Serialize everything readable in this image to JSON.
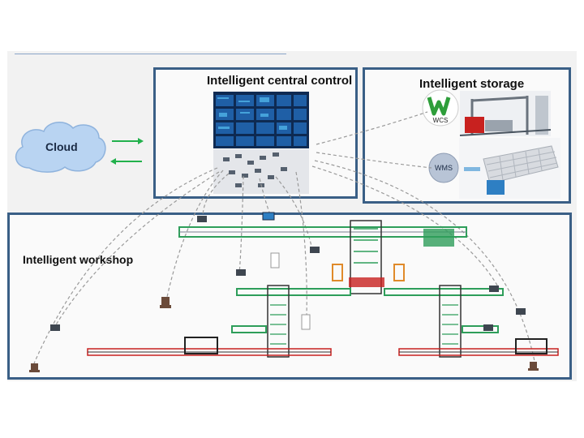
{
  "labels": {
    "cloud": "Cloud",
    "central_control": "Intelligent central control",
    "storage": "Intelligent storage",
    "workshop": "Intelligent workshop",
    "wcs": "WCS",
    "wms": "WMS"
  },
  "colors": {
    "box_border": "#3a5f86",
    "cloud_fill": "#b9d4f2",
    "arrow_green": "#22b14c",
    "dashed_link": "#9a9a9a",
    "conveyor_green": "#2e9e5a",
    "warehouse_grey": "#d8dbe0"
  },
  "icons": [
    "cloud-icon",
    "wcs-logo-icon",
    "wms-logo-icon",
    "dashboard-screens-icon",
    "stacker-crane-icon",
    "rack-warehouse-icon",
    "robot-arm-icon",
    "sensor-icon"
  ]
}
